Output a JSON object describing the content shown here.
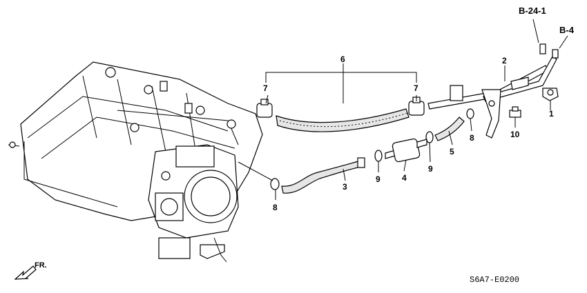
{
  "diagram": {
    "part_numbers": [
      "1",
      "2",
      "3",
      "4",
      "5",
      "6",
      "7",
      "7",
      "8",
      "8",
      "9",
      "9",
      "10"
    ],
    "ref_labels": {
      "b24_1": "B-24-1",
      "b4": "B-4"
    },
    "direction_label": "FR.",
    "diagram_code": "S6A7-E0200"
  }
}
